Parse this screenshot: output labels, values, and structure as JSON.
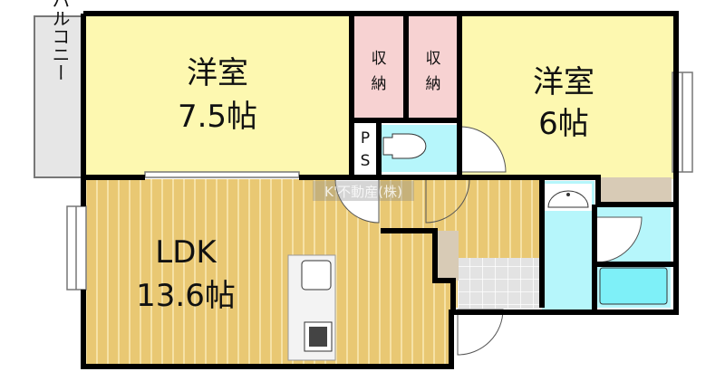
{
  "rooms": {
    "western_large": {
      "name": "洋室",
      "size": "7.5帖"
    },
    "western_small": {
      "name": "洋室",
      "size": "6帖"
    },
    "ldk": {
      "name": "LDK",
      "size": "13.6帖"
    },
    "closet1": {
      "c1": "収",
      "c2": "納"
    },
    "closet2": {
      "c1": "収",
      "c2": "納"
    },
    "ps": {
      "c1": "P",
      "c2": "S"
    },
    "balcony": {
      "label": "バルコニー"
    }
  },
  "watermark": "K'不動産(株)",
  "colors": {
    "room_yellow": "#fdf8b0",
    "closet_pink": "#f7d2d2",
    "water_cyan": "#b6f6fb",
    "wood": "#e9c873",
    "wall": "#000000",
    "tile": "#e3e3e3",
    "beige": "#d8cbb6",
    "balcony_gray": "#e6e6e6"
  }
}
